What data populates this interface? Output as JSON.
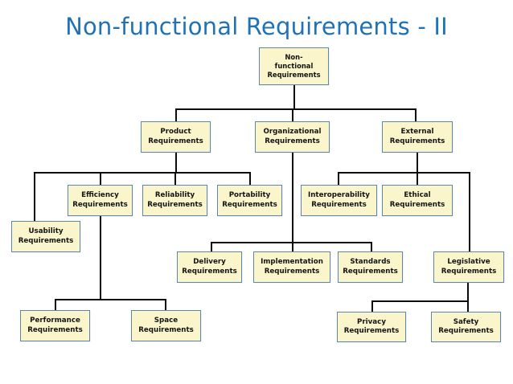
{
  "slide": {
    "title": "Non-functional Requirements - II",
    "background_color": "#ffffff",
    "title_color": "#1f72b8",
    "node_fill_color": "#faf5cb",
    "node_border_color": "#5b86ad",
    "connector_color": "#0b0b0b"
  },
  "diagram": {
    "type": "tree",
    "root": "Non-functional Requirements",
    "nodes": {
      "root": {
        "label": "Non-\nfunctional\nRequirements"
      },
      "product": {
        "label": "Product\nRequirements"
      },
      "organizational": {
        "label": "Organizational\nRequirements"
      },
      "external": {
        "label": "External\nRequirements"
      },
      "usability": {
        "label": "Usability\nRequirements"
      },
      "efficiency": {
        "label": "Efficiency\nRequirements"
      },
      "reliability": {
        "label": "Reliability\nRequirements"
      },
      "portability": {
        "label": "Portability\nRequirements"
      },
      "interoperability": {
        "label": "Interoperability\nRequirements"
      },
      "ethical": {
        "label": "Ethical\nRequirements"
      },
      "delivery": {
        "label": "Delivery\nRequirements"
      },
      "implementation": {
        "label": "Implementation\nRequirements"
      },
      "standards": {
        "label": "Standards\nRequirements"
      },
      "legislative": {
        "label": "Legislative\nRequirements"
      },
      "performance": {
        "label": "Performance\nRequirements"
      },
      "space": {
        "label": "Space\nRequirements"
      },
      "privacy": {
        "label": "Privacy\nRequirements"
      },
      "safety": {
        "label": "Safety\nRequirements"
      }
    },
    "edges": [
      {
        "from": "root",
        "to": "product"
      },
      {
        "from": "root",
        "to": "organizational"
      },
      {
        "from": "root",
        "to": "external"
      },
      {
        "from": "product",
        "to": "usability"
      },
      {
        "from": "product",
        "to": "efficiency"
      },
      {
        "from": "product",
        "to": "reliability"
      },
      {
        "from": "product",
        "to": "portability"
      },
      {
        "from": "external",
        "to": "interoperability"
      },
      {
        "from": "external",
        "to": "ethical"
      },
      {
        "from": "external",
        "to": "legislative"
      },
      {
        "from": "organizational",
        "to": "delivery"
      },
      {
        "from": "organizational",
        "to": "implementation"
      },
      {
        "from": "organizational",
        "to": "standards"
      },
      {
        "from": "efficiency",
        "to": "performance"
      },
      {
        "from": "efficiency",
        "to": "space"
      },
      {
        "from": "legislative",
        "to": "privacy"
      },
      {
        "from": "legislative",
        "to": "safety"
      }
    ]
  }
}
